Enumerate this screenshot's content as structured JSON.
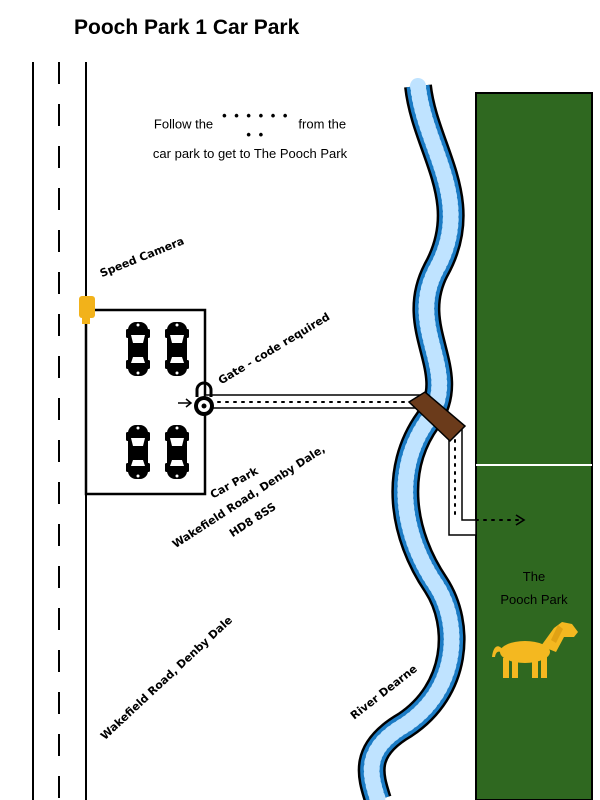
{
  "title": "Pooch Park 1 Car Park",
  "directions": {
    "before": "Follow the",
    "dots": "• • • • • • • •",
    "after": "from the",
    "line2": "car park to get to The Pooch Park"
  },
  "labels": {
    "speed_camera": "Speed Camera",
    "gate": "Gate - code required",
    "car_park_1": "Car Park",
    "car_park_2": "Wakefield Road, Denby Dale,",
    "car_park_3": "HD8 8SS",
    "road": "Wakefield Road, Denby Dale",
    "river": "River Dearne",
    "park_1": "The",
    "park_2": "Pooch Park"
  },
  "colors": {
    "park_green": "#2f6820",
    "river_blue": "#1b7bc4",
    "bridge_brown": "#6b3b1b",
    "camera_yellow": "#f2b21a",
    "dog_yellow": "#f4b820"
  },
  "icons": [
    "car-icon",
    "padlock-icon",
    "speed-camera-icon",
    "dog-icon",
    "arrow-icon"
  ]
}
